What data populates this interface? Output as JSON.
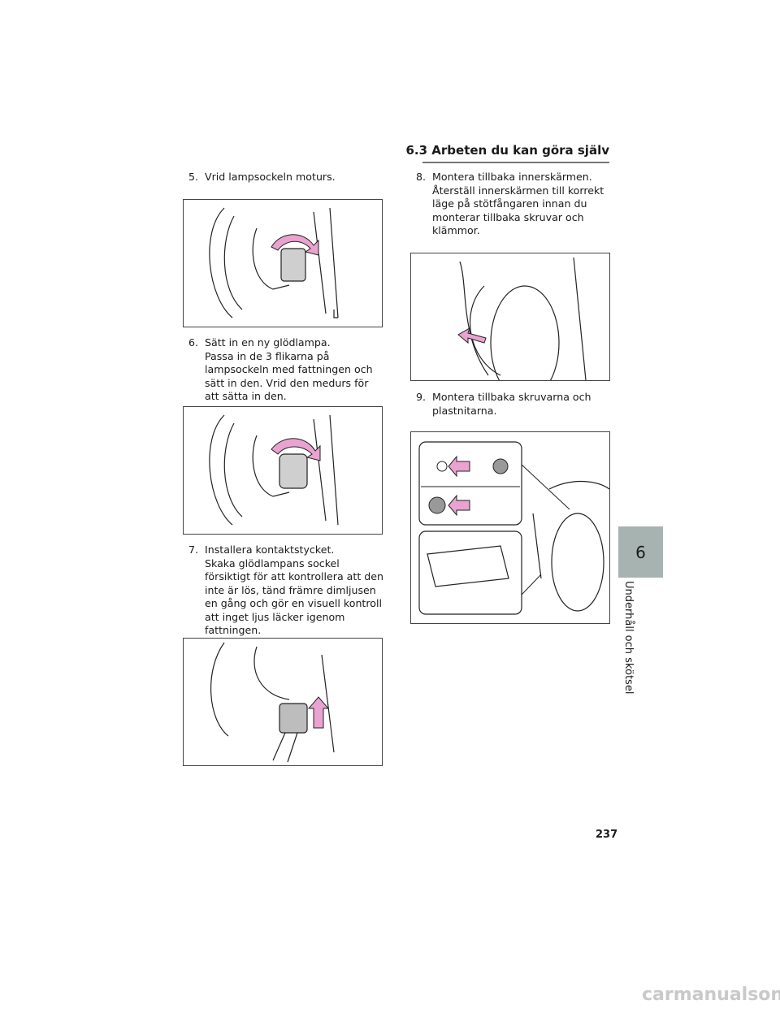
{
  "header": {
    "section": "6.3  Arbeten du kan göra själv"
  },
  "left_steps": [
    {
      "num": "5.",
      "title": "Vrid lampsockeln moturs.",
      "desc": ""
    },
    {
      "num": "6.",
      "title": "Sätt in en ny glödlampa.",
      "desc": "Passa in de 3 flikarna på lampsockeln med fattningen och sätt in den. Vrid den medurs för att sätta in den."
    },
    {
      "num": "7.",
      "title": "Installera kontaktstycket.",
      "desc": "Skaka glödlampans sockel försiktigt för att kontrollera att den inte är lös, tänd främre dimljusen en gång och gör en visuell kontroll att inget ljus läcker igenom fattningen."
    }
  ],
  "right_steps": [
    {
      "num": "8.",
      "title": "Montera tillbaka innerskärmen.",
      "desc": "Återställ innerskärmen till korrekt läge på stötfångaren innan du monterar tillbaka skruvar och klämmor."
    },
    {
      "num": "9.",
      "title": "Montera tillbaka skruvarna och plastnitarna.",
      "desc": ""
    }
  ],
  "chapter_tab": {
    "number": "6",
    "title": "Underhåll och skötsel"
  },
  "page_number": "237",
  "watermark": "carmanualsonline.info",
  "colors": {
    "arrow": "#e9a3d0",
    "tab": "#a7b3b1"
  }
}
